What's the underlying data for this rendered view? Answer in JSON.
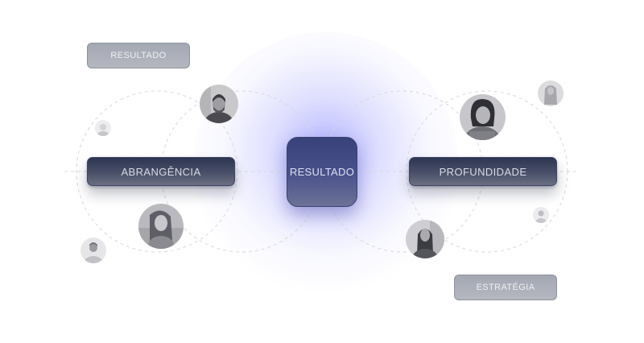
{
  "diagram": {
    "center_label": "RESULTADO",
    "nodes": {
      "left_label": "ABRANGÊNCIA",
      "right_label": "PROFUNDIDADE"
    },
    "tags": {
      "top_left": "RESULTADO",
      "bottom_right": "ESTRATÉGIA"
    },
    "avatars": [
      "person-photo-1",
      "person-photo-2",
      "person-photo-3",
      "person-photo-4",
      "person-photo-5",
      "person-photo-6",
      "person-photo-7",
      "person-photo-8"
    ]
  },
  "colors": {
    "accent_glow": "#7878ff",
    "center_box": "#3b4478",
    "node_dark": "#2d3552",
    "tag_light": "#a9adb8",
    "orbit_line": "#d8d8dc"
  }
}
